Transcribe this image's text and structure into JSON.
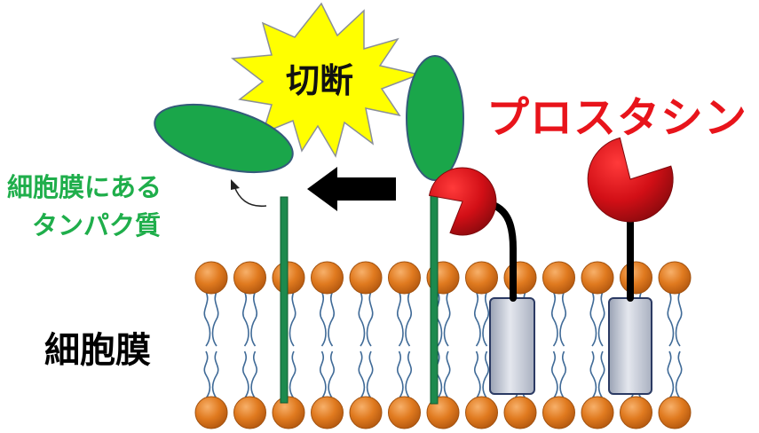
{
  "labels": {
    "cleavage": "切断",
    "prostasin": "プロスタシン",
    "membrane_protein_line1": "細胞膜にある",
    "membrane_protein_line2": "タンパク質",
    "cell_membrane": "細胞膜"
  },
  "colors": {
    "prostasin": "#e8141b",
    "protein_label": "#1fae4b",
    "protein_fill": "#1aa64a",
    "protein_stem": "#1d8a4e",
    "burst_fill": "#ffff00",
    "lipid_head": "#e07a1f",
    "arrow": "#000000",
    "anchor_box": "#c8ccd6",
    "enzyme_red": "#d20f16"
  }
}
